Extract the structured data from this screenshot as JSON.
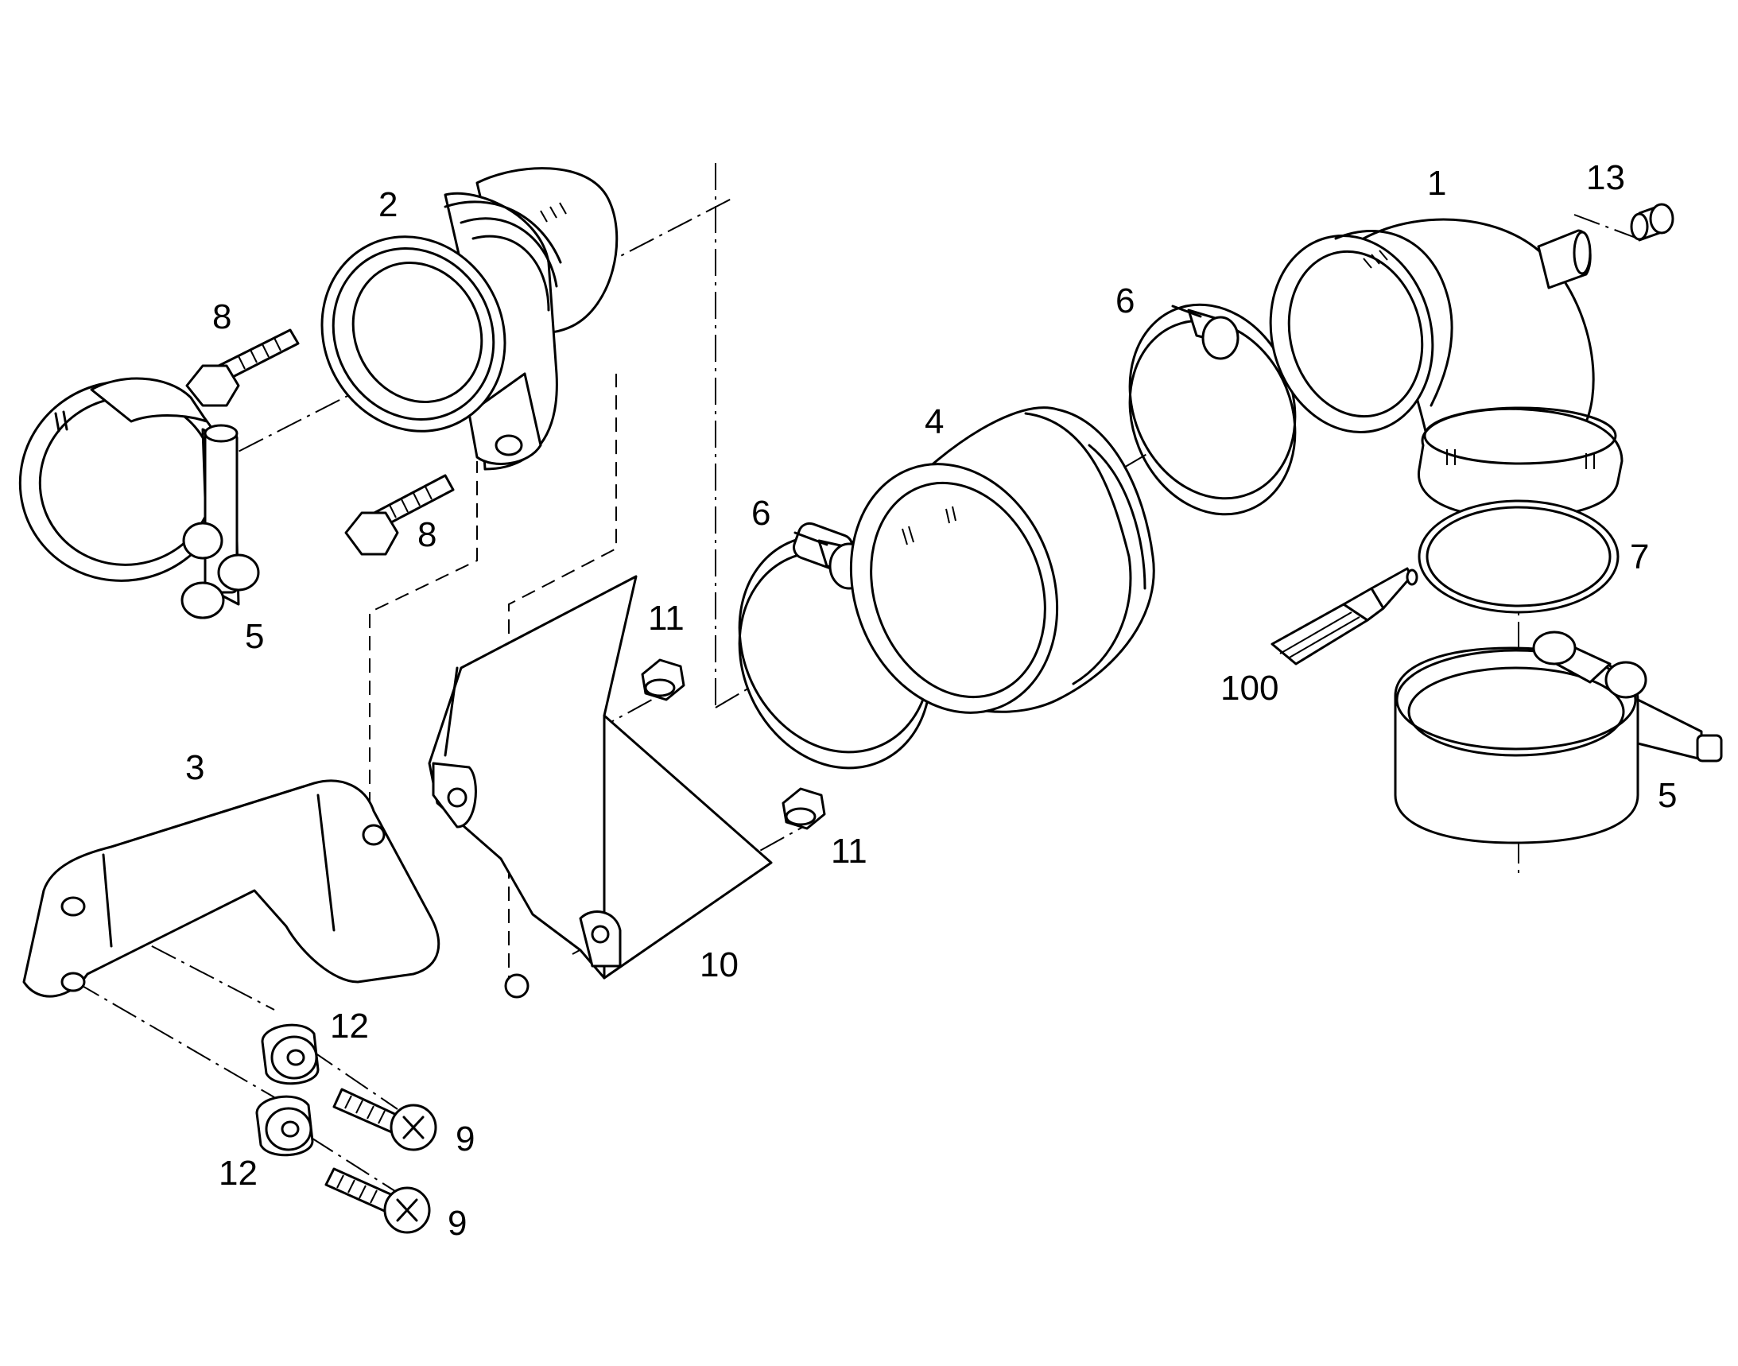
{
  "callouts": [
    {
      "part": "1",
      "label": "1"
    },
    {
      "part": "2",
      "label": "2"
    },
    {
      "part": "3",
      "label": "3"
    },
    {
      "part": "4",
      "label": "4"
    },
    {
      "part": "5",
      "label": "5"
    },
    {
      "part": "5b",
      "label": "5"
    },
    {
      "part": "6",
      "label": "6"
    },
    {
      "part": "6b",
      "label": "6"
    },
    {
      "part": "7",
      "label": "7"
    },
    {
      "part": "8",
      "label": "8"
    },
    {
      "part": "8b",
      "label": "8"
    },
    {
      "part": "9",
      "label": "9"
    },
    {
      "part": "9b",
      "label": "9"
    },
    {
      "part": "10",
      "label": "10"
    },
    {
      "part": "11",
      "label": "11"
    },
    {
      "part": "11b",
      "label": "11"
    },
    {
      "part": "12",
      "label": "12"
    },
    {
      "part": "12b",
      "label": "12"
    },
    {
      "part": "13",
      "label": "13"
    },
    {
      "part": "100",
      "label": "100"
    }
  ]
}
